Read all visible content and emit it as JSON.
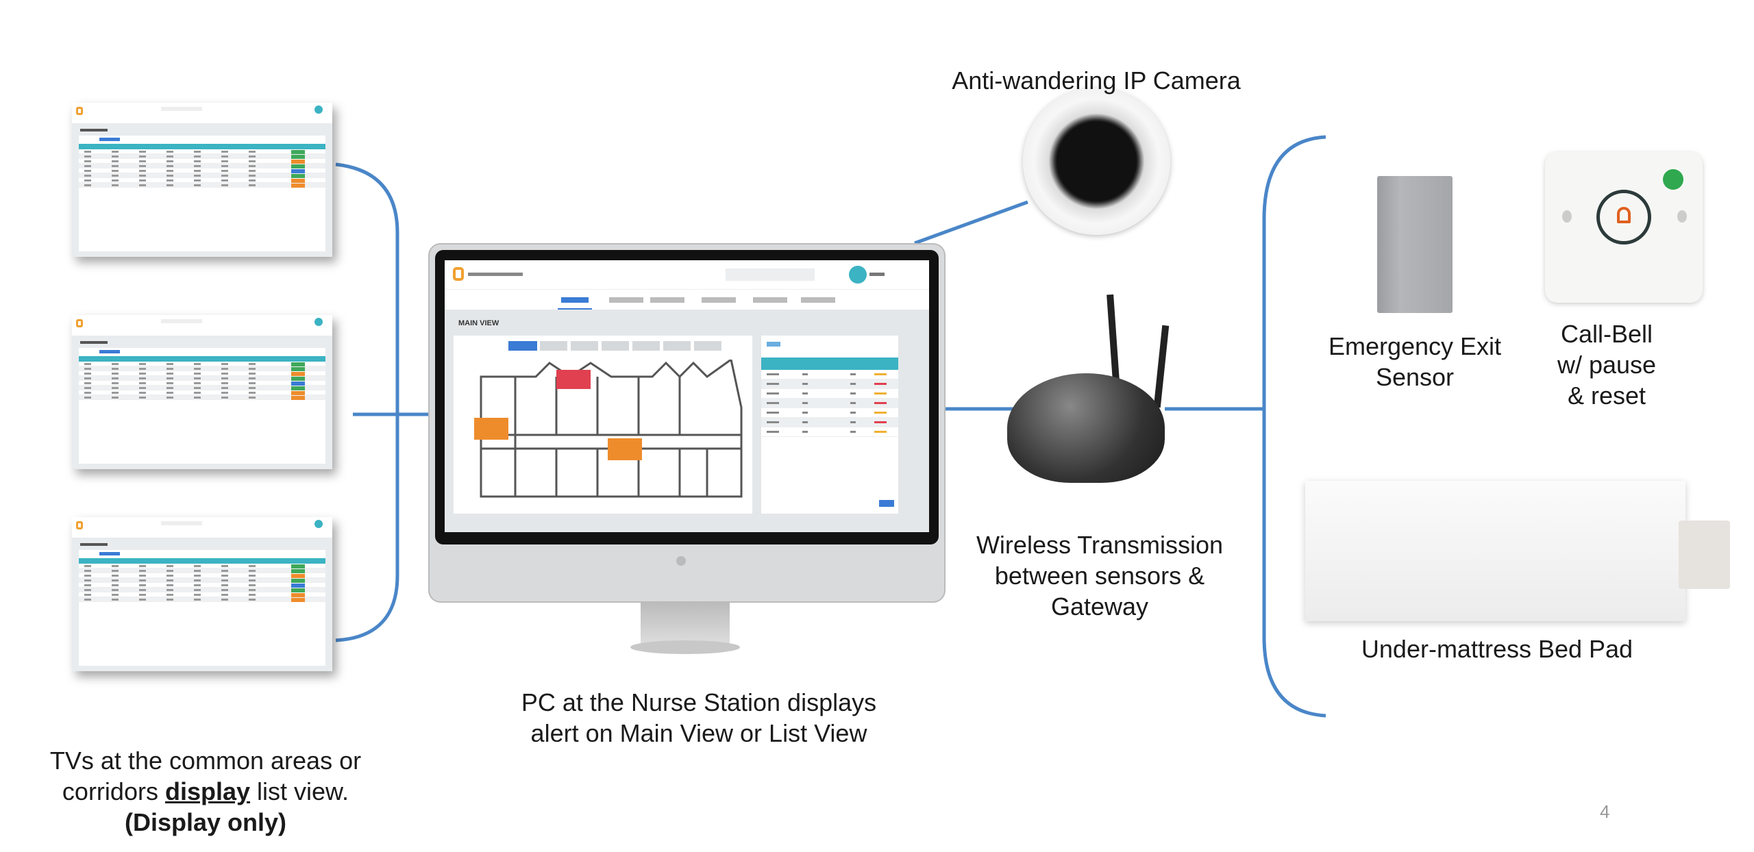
{
  "labels": {
    "camera": "Anti-wandering IP Camera",
    "exit_sensor": [
      "Emergency Exit",
      "Sensor"
    ],
    "call_bell": [
      "Call-Bell",
      "w/ pause",
      "& reset"
    ],
    "bed_pad": "Under-mattress Bed Pad",
    "gateway": [
      "Wireless Transmission",
      "between sensors &",
      "Gateway"
    ],
    "pc": [
      "PC at the Nurse Station displays",
      "alert on Main View or List View"
    ],
    "tvs": {
      "line1": "TVs at the common areas or",
      "line2_pre": "corridors ",
      "line2_em": "display",
      "line2_post": " list view.",
      "line3": "(Display only)"
    }
  },
  "screen": {
    "title": "MAIN VIEW"
  },
  "page_number": "4",
  "colors": {
    "connector": "#4a86c8",
    "teal": "#3bb3c3",
    "alert_red": "#e0404f",
    "alert_orange": "#ee8c2c"
  }
}
